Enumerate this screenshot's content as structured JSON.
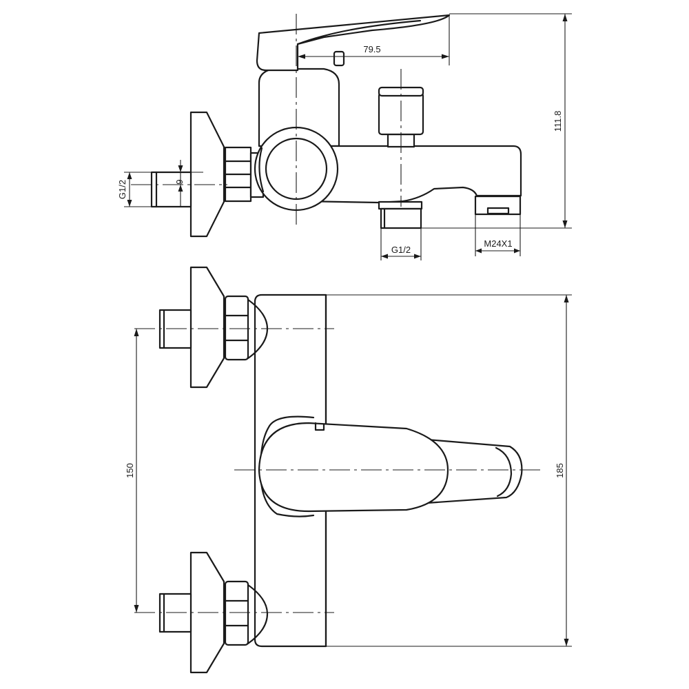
{
  "drawing": {
    "side_view": {
      "dim_handle_reach": "79.5",
      "dim_total_height": "111.8",
      "dim_inlet_thread": "G1/2",
      "dim_inlet_offset": "9",
      "dim_outlet_thread": "G1/2",
      "dim_spout_thread": "M24X1"
    },
    "front_view": {
      "dim_inlet_spacing": "150",
      "dim_body_height": "185"
    }
  }
}
